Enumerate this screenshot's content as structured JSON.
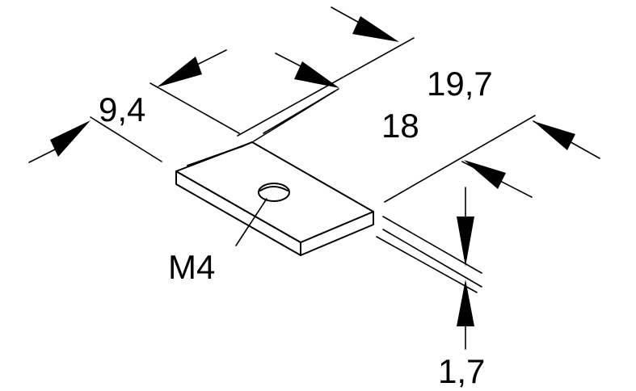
{
  "dimensions": {
    "width_a": "9,4",
    "length_b": "19,7",
    "length_c": "18",
    "thickness": "1,7"
  },
  "thread": {
    "label": "M4"
  }
}
